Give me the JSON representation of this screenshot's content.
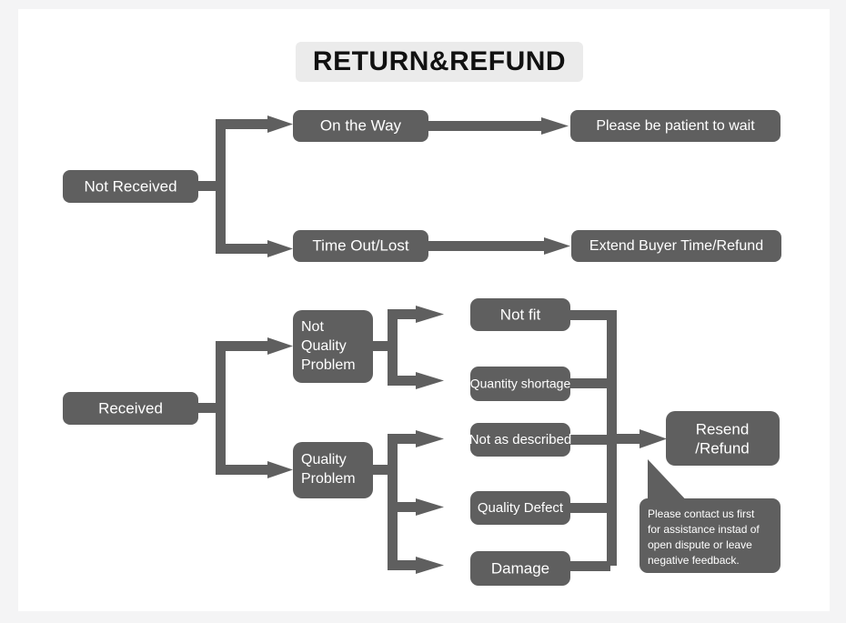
{
  "page": {
    "title": "RETURN&REFUND",
    "background_color": "#f4f4f5",
    "card_color": "#ffffff",
    "node_color": "#5f5f5f",
    "node_text_color": "#ffffff",
    "title_bg_color": "#ebebeb",
    "title_text_color": "#111111"
  },
  "nodes": {
    "not_received": "Not Received",
    "on_the_way": "On the Way",
    "please_wait": "Please be patient to wait",
    "time_out_lost": "Time Out/Lost",
    "extend_buyer": "Extend Buyer Time/Refund",
    "received": "Received",
    "not_quality_problem_line1": "Not",
    "not_quality_problem_line2": "Quality",
    "not_quality_problem_line3": "Problem",
    "quality_problem_line1": "Quality",
    "quality_problem_line2": "Problem",
    "not_fit": "Not fit",
    "quantity_shortage": "Quantity shortage",
    "not_as_described": "Not as described",
    "quality_defect": "Quality Defect",
    "damage": "Damage",
    "resend_refund_line1": "Resend",
    "resend_refund_line2": "/Refund"
  },
  "callout": {
    "line1": "Please contact us first",
    "line2": "for assistance instad of",
    "line3": "open dispute or leave",
    "line4": "negative feedback."
  },
  "chart_data": {
    "type": "diagram",
    "title": "RETURN&REFUND",
    "flow": [
      {
        "from": "Not Received",
        "to": [
          "On the Way",
          "Time Out/Lost"
        ]
      },
      {
        "from": "On the Way",
        "to": [
          "Please be patient to wait"
        ]
      },
      {
        "from": "Time Out/Lost",
        "to": [
          "Extend Buyer Time/Refund"
        ]
      },
      {
        "from": "Received",
        "to": [
          "Not Quality Problem",
          "Quality Problem"
        ]
      },
      {
        "from": "Not Quality Problem",
        "to": [
          "Not fit",
          "Quantity shortage"
        ]
      },
      {
        "from": "Quality Problem",
        "to": [
          "Not as described",
          "Quality Defect",
          "Damage"
        ]
      },
      {
        "from": "Not fit",
        "to": [
          "Resend /Refund"
        ]
      },
      {
        "from": "Quantity shortage",
        "to": [
          "Resend /Refund"
        ]
      },
      {
        "from": "Not as described",
        "to": [
          "Resend /Refund"
        ]
      },
      {
        "from": "Quality Defect",
        "to": [
          "Resend /Refund"
        ]
      },
      {
        "from": "Damage",
        "to": [
          "Resend /Refund"
        ]
      }
    ]
  }
}
